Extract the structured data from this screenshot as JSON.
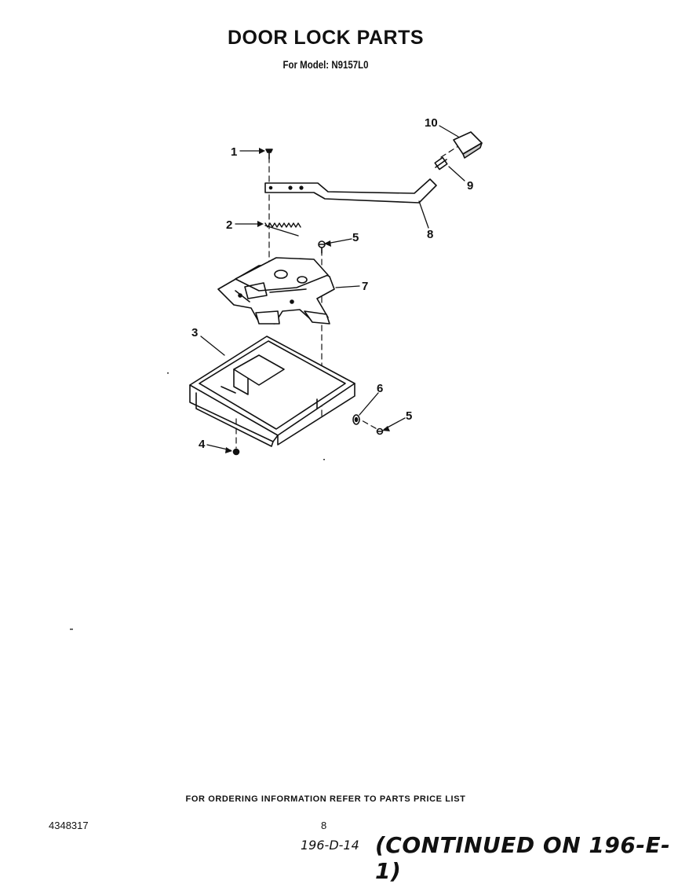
{
  "page": {
    "title": "DOOR LOCK PARTS",
    "model_line": "For Model: N9157L0"
  },
  "callouts": {
    "c1": "1",
    "c2": "2",
    "c3": "3",
    "c4": "4",
    "c5a": "5",
    "c5b": "5",
    "c6": "6",
    "c7": "7",
    "c8": "8",
    "c9": "9",
    "c10": "10"
  },
  "footer": {
    "ordering_note": "FOR ORDERING INFORMATION REFER TO PARTS PRICE LIST",
    "doc_number": "4348317",
    "page_number": "8",
    "handwritten_ref": "196-D-14",
    "continued_note": "(CONTINUED ON 196-E-1)"
  }
}
